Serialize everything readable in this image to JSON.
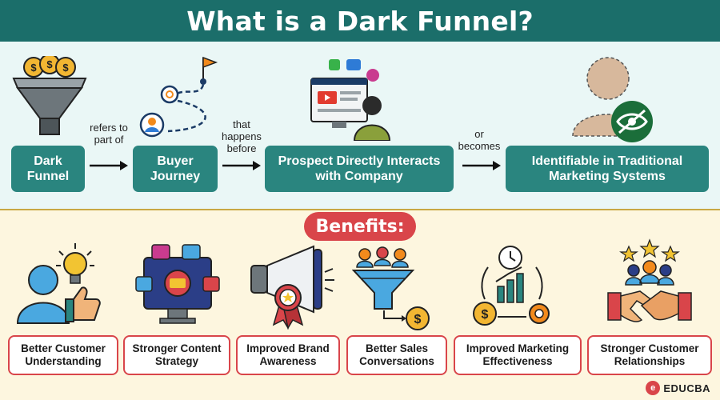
{
  "title": "What is a Dark Funnel?",
  "flow": {
    "steps": [
      "Dark Funnel",
      "Buyer Journey",
      "Prospect Directly Interacts with Company",
      "Identifiable in Traditional Marketing Systems"
    ],
    "connectors": [
      "refers to part of",
      "that happens before",
      "or becomes"
    ]
  },
  "benefits_heading": "Benefits:",
  "benefits": [
    "Better Customer Understanding",
    "Stronger Content Strategy",
    "Improved Brand Awareness",
    "Better Sales Conversations",
    "Improved Marketing Effectiveness",
    "Stronger Customer Relationships"
  ],
  "logo": "EDUCBA",
  "colors": {
    "header": "#1b6e6a",
    "step": "#2a857f",
    "accent": "#d9454a",
    "bottom_bg": "#fdf6df",
    "top_bg": "#eaf7f6"
  },
  "icons": [
    "funnel-coins-icon",
    "journey-path-icon",
    "person-at-screen-icon",
    "hidden-person-icon",
    "lightbulb-thumbs-up-icon",
    "content-monitor-icon",
    "megaphone-badge-icon",
    "sales-funnel-dollar-icon",
    "marketing-cycle-icon",
    "handshake-stars-icon"
  ]
}
